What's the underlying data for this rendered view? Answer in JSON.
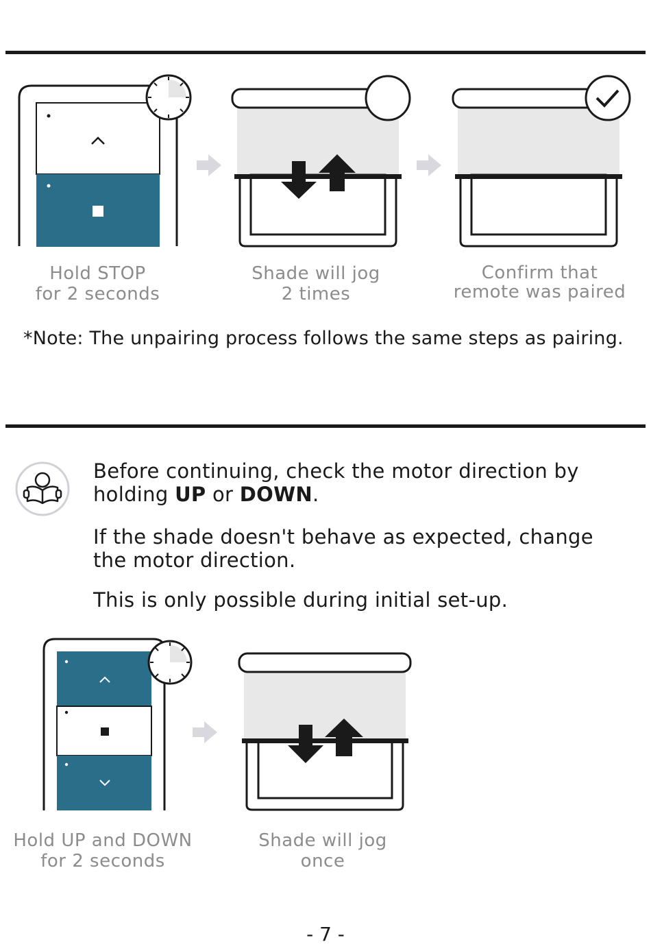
{
  "pairing_steps": [
    {
      "caption_line1": "Hold STOP",
      "caption_line2": "for 2 seconds"
    },
    {
      "caption_line1": "Shade will jog",
      "caption_line2": "2 times"
    },
    {
      "caption_line1": "Confirm that",
      "caption_line2": "remote was paired"
    }
  ],
  "note": "*Note: The unpairing process follows the same steps as pairing.",
  "info": {
    "icon": "book-reader-icon",
    "p1_pre": "Before continuing, check the motor direction by",
    "p1_hold": "holding ",
    "p1_up": "UP",
    "p1_or": " or ",
    "p1_down": "DOWN",
    "p1_end": ".",
    "p2_line1": "If the shade doesn't behave as expected, change",
    "p2_line2": "the motor direction.",
    "p3": "This is only possible during initial set-up."
  },
  "direction_steps": [
    {
      "caption_line1": "Hold UP and DOWN",
      "caption_line2": "for 2 seconds"
    },
    {
      "caption_line1": "Shade will jog",
      "caption_line2": "once"
    }
  ],
  "page_number": "- 7 -",
  "colors": {
    "remote_button": "#2a6e8a",
    "shade_fabric": "#e8e8e8",
    "arrow_gray": "#d8d8de",
    "caption": "#8c8c8c"
  }
}
